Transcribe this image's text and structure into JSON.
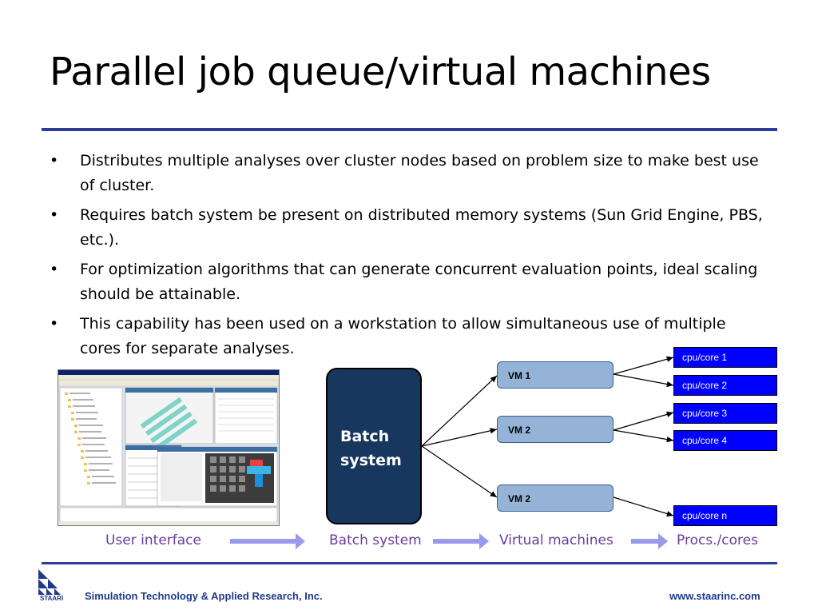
{
  "slide": {
    "title": "Parallel job queue/virtual machines",
    "bullets": [
      "Distributes multiple analyses over cluster nodes based on problem size to make best use of cluster.",
      "Requires batch system be present on distributed memory systems (Sun Grid Engine, PBS, etc.).",
      "For optimization algorithms that can generate concurrent evaluation points, ideal scaling should be attainable.",
      "This capability has been used on a workstation to allow simultaneous use of multiple cores for separate analyses."
    ],
    "bullet_glyph": "•"
  },
  "diagram": {
    "batch_label": "Batch system",
    "vms": [
      "VM 1",
      "VM 2",
      "VM 2"
    ],
    "cpus": [
      "cpu/core 1",
      "cpu/core 2",
      "cpu/core 3",
      "cpu/core 4",
      "cpu/core n"
    ]
  },
  "stages": {
    "labels": [
      "User interface",
      "Batch system",
      "Virtual machines",
      "Procs./cores"
    ]
  },
  "footer": {
    "logo_text": "STAARI",
    "company": "Simulation Technology & Applied Research, Inc.",
    "website": "www.staarinc.com"
  },
  "colors": {
    "rule": "#2e3b9f",
    "batch_box": "#17375e",
    "vm_box": "#95b3d7",
    "cpu_box": "#0000ff",
    "stage_text": "#6a3b9c",
    "stage_arrow": "#9999ee",
    "footer_text": "#1f3a8a"
  }
}
